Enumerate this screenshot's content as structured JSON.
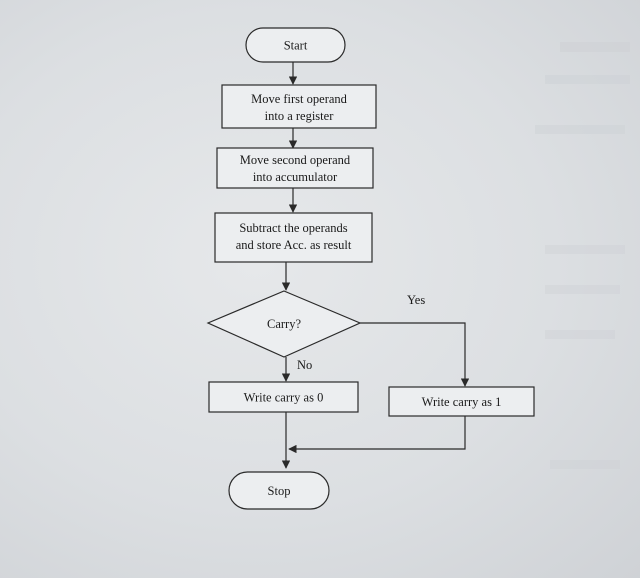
{
  "flowchart": {
    "start": "Start",
    "step1": [
      "Move first operand",
      "into a register"
    ],
    "step2": [
      "Move second operand",
      "into accumulator"
    ],
    "step3": [
      "Subtract the operands",
      "and store Acc. as result"
    ],
    "decision": "Carry?",
    "yes_label": "Yes",
    "no_label": "No",
    "write_zero": "Write carry as 0",
    "write_one": "Write carry as 1",
    "stop": "Stop"
  },
  "colors": {
    "line": "#2a2a2a",
    "text": "#1a1a1a",
    "shape_fill": "#eceef0"
  }
}
